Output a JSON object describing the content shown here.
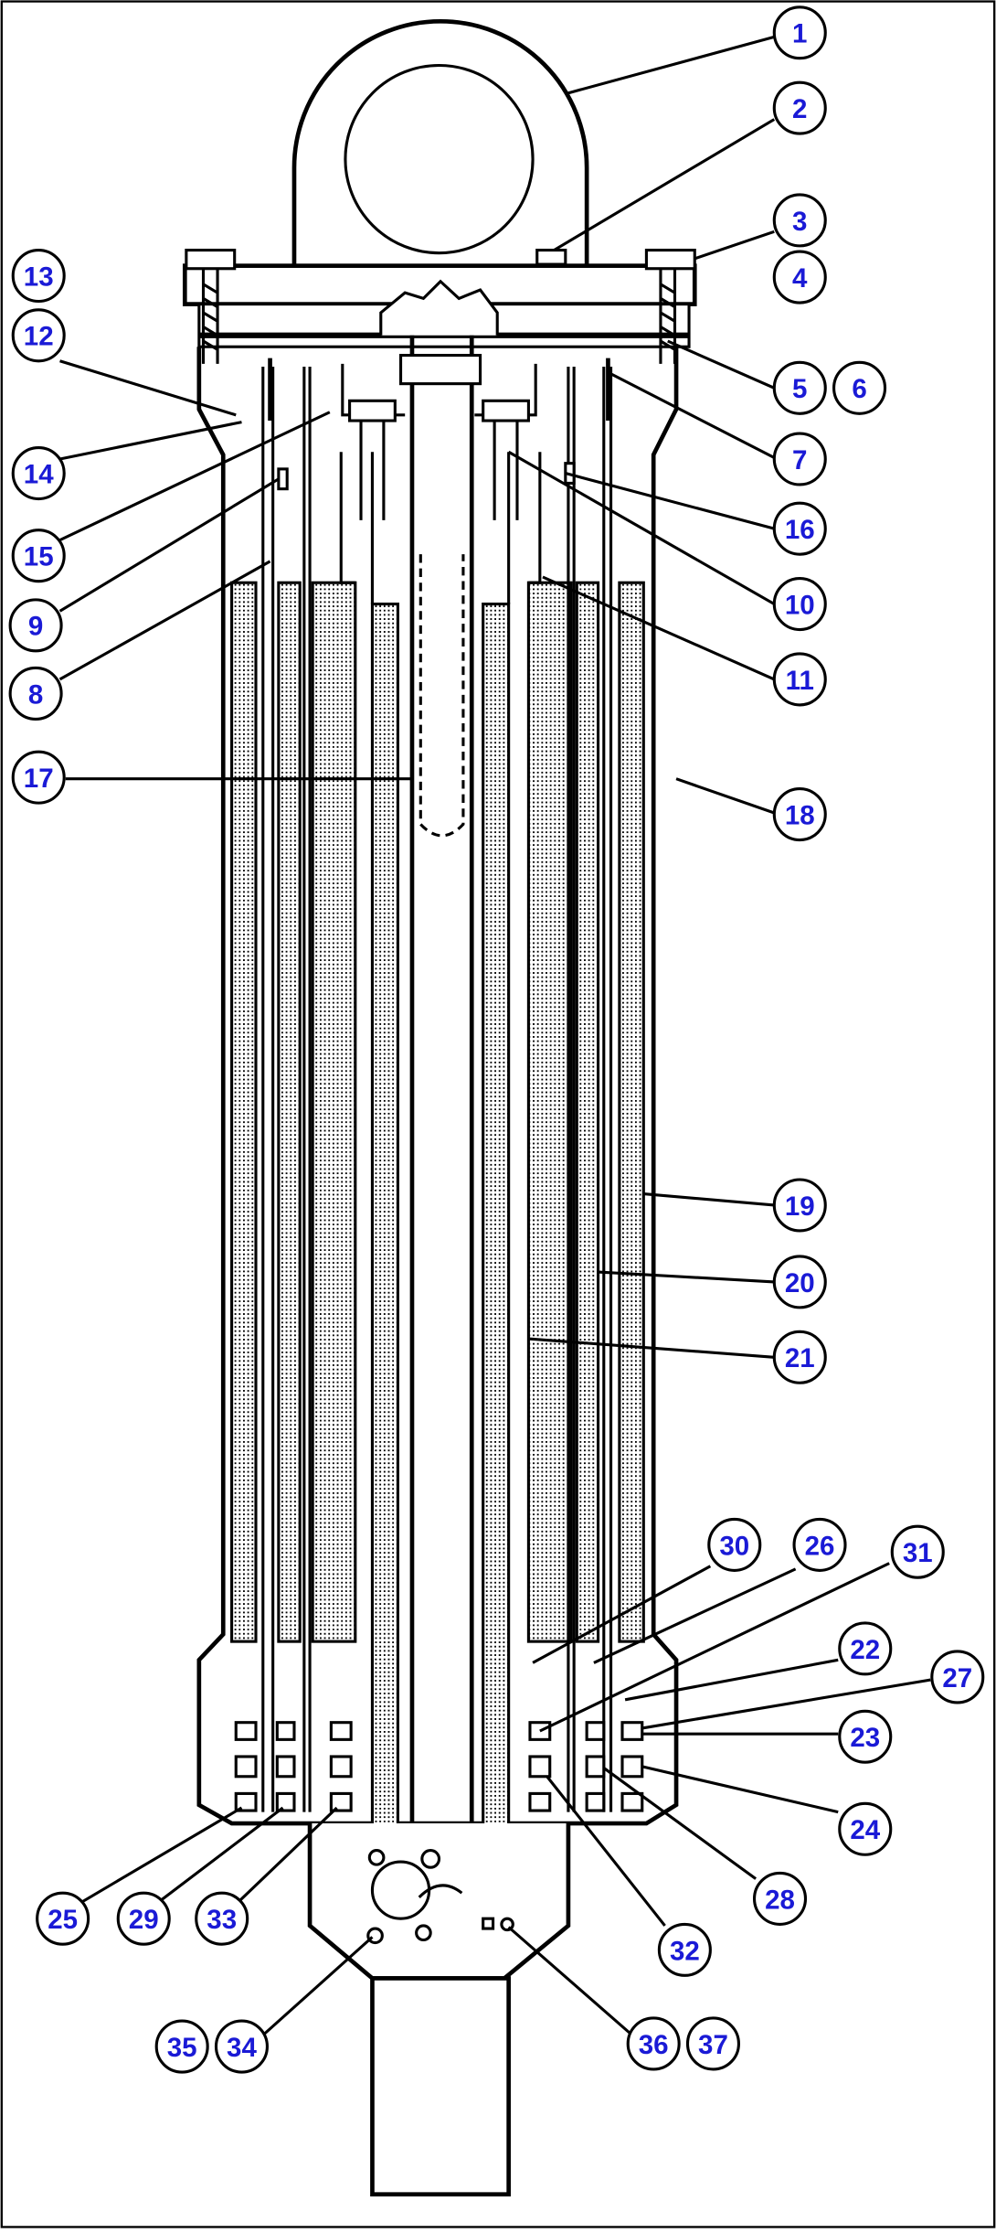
{
  "diagram": {
    "accent_color": "#1a1ad6",
    "line_color": "#000000",
    "callouts": [
      {
        "number": "1",
        "target": "cylinder-eye"
      },
      {
        "number": "2",
        "target": "grease-fitting"
      },
      {
        "number": "3",
        "target": "head-bolt"
      },
      {
        "number": "4",
        "target": "washer"
      },
      {
        "number": "5",
        "target": "head-seal"
      },
      {
        "number": "6",
        "target": "head-seal"
      },
      {
        "number": "7",
        "target": "o-ring"
      },
      {
        "number": "8",
        "target": "inner-tube"
      },
      {
        "number": "9",
        "target": "seal"
      },
      {
        "number": "10",
        "target": "cap-screw"
      },
      {
        "number": "11",
        "target": "piston"
      },
      {
        "number": "12",
        "target": "head"
      },
      {
        "number": "13",
        "target": "head"
      },
      {
        "number": "14",
        "target": "barrel-top"
      },
      {
        "number": "15",
        "target": "stage-tube"
      },
      {
        "number": "16",
        "target": "seal"
      },
      {
        "number": "17",
        "target": "center-tube"
      },
      {
        "number": "18",
        "target": "outer-barrel"
      },
      {
        "number": "19",
        "target": "stage-tube"
      },
      {
        "number": "20",
        "target": "stage-tube"
      },
      {
        "number": "21",
        "target": "rod"
      },
      {
        "number": "22",
        "target": "bearing"
      },
      {
        "number": "23",
        "target": "seal"
      },
      {
        "number": "24",
        "target": "wiper"
      },
      {
        "number": "25",
        "target": "wiper"
      },
      {
        "number": "26",
        "target": "stage-tube"
      },
      {
        "number": "27",
        "target": "seal"
      },
      {
        "number": "28",
        "target": "bearing"
      },
      {
        "number": "29",
        "target": "seal"
      },
      {
        "number": "30",
        "target": "stop-ring"
      },
      {
        "number": "31",
        "target": "seal"
      },
      {
        "number": "32",
        "target": "bearing"
      },
      {
        "number": "33",
        "target": "seal"
      },
      {
        "number": "34",
        "target": "port"
      },
      {
        "number": "35",
        "target": "plug"
      },
      {
        "number": "36",
        "target": "fitting"
      },
      {
        "number": "37",
        "target": "plug"
      }
    ]
  }
}
